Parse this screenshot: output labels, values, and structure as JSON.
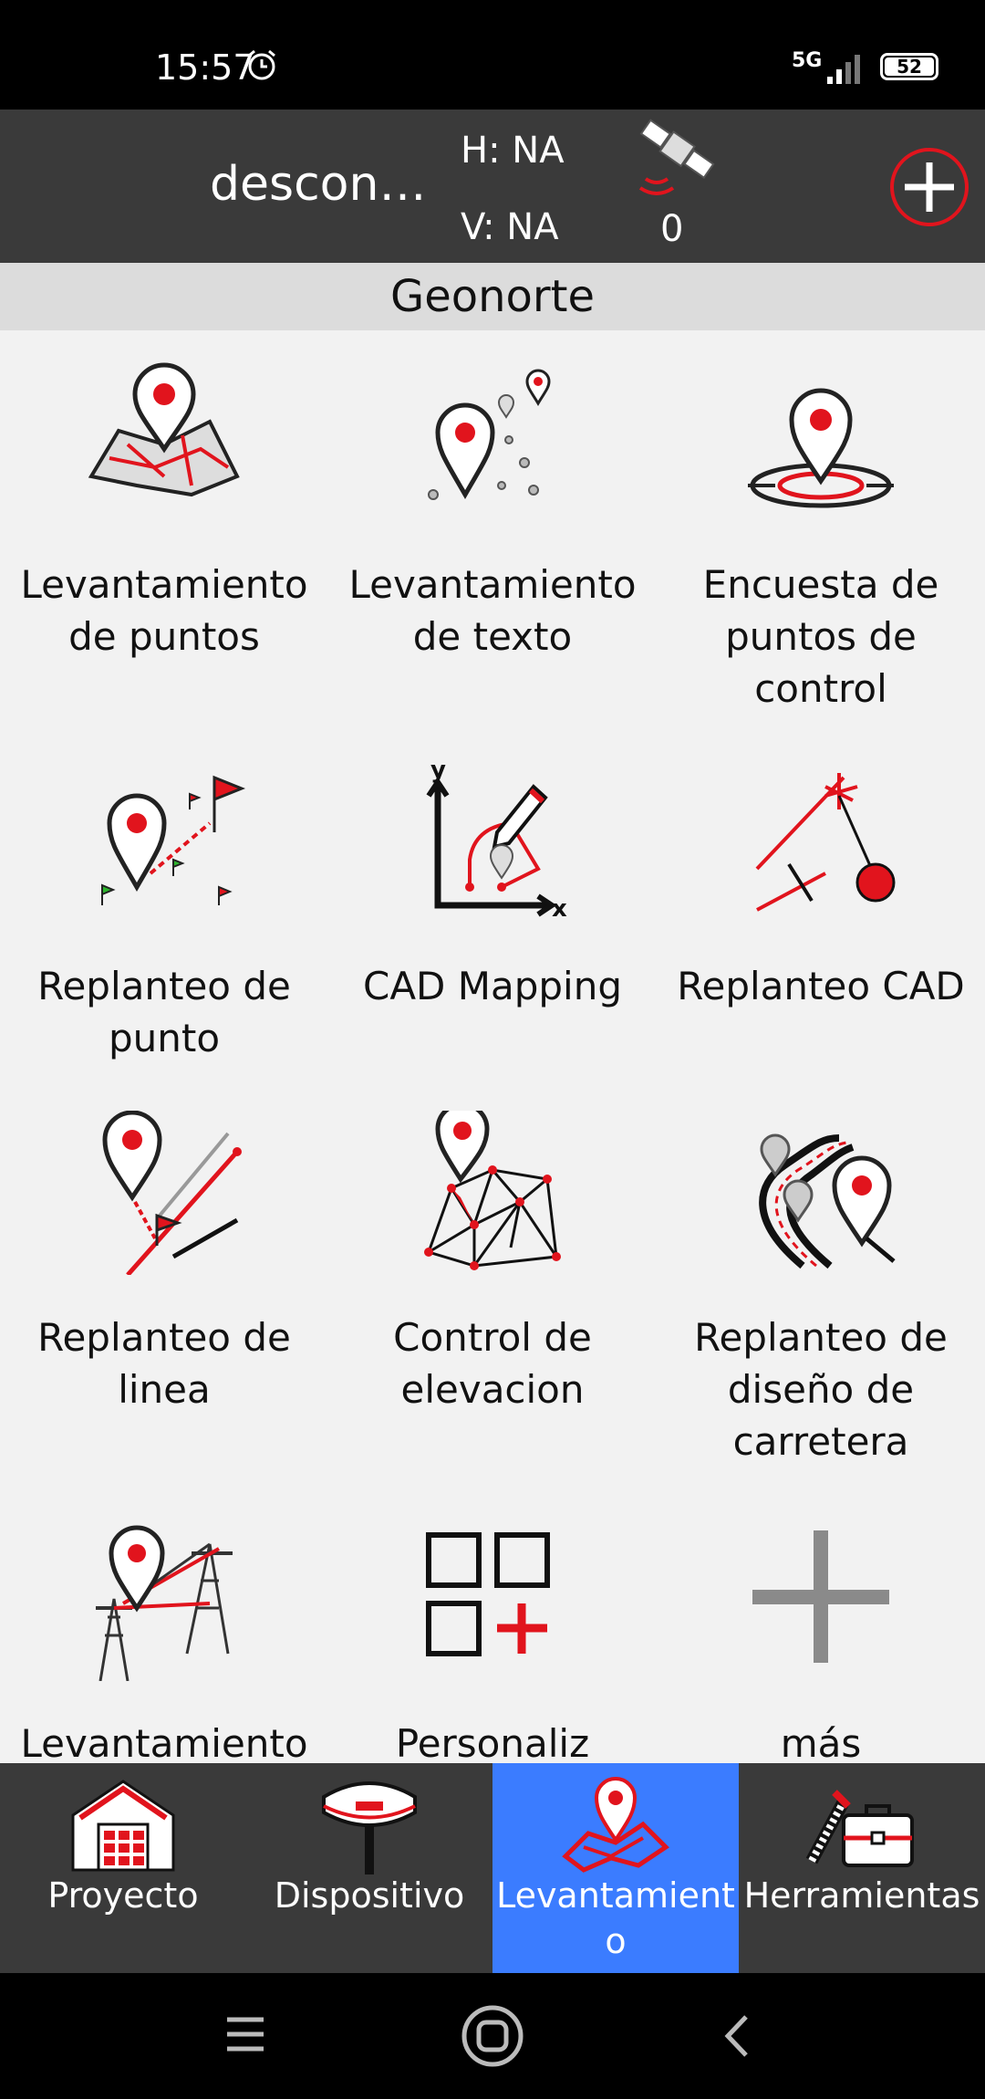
{
  "status_bar": {
    "time": "15:57",
    "network": "5G",
    "battery": "52"
  },
  "top_bar": {
    "device_name": "descon…",
    "h_accuracy": "H: NA",
    "v_accuracy": "V: NA",
    "satellites": "0"
  },
  "project": {
    "name": "Geonorte"
  },
  "tiles": [
    {
      "label": "Levantamiento de puntos",
      "icon": "point-survey-icon"
    },
    {
      "label": "Levantamiento de texto",
      "icon": "text-survey-icon"
    },
    {
      "label": "Encuesta de puntos de control",
      "icon": "control-point-icon"
    },
    {
      "label": "Replanteo de punto",
      "icon": "point-stakeout-icon"
    },
    {
      "label": "CAD Mapping",
      "icon": "cad-mapping-icon"
    },
    {
      "label": "Replanteo CAD",
      "icon": "cad-stakeout-icon"
    },
    {
      "label": "Replanteo de linea",
      "icon": "line-stakeout-icon"
    },
    {
      "label": "Control de elevacion",
      "icon": "elevation-control-icon"
    },
    {
      "label": "Replanteo de diseño de carretera",
      "icon": "road-stakeout-icon"
    },
    {
      "label": "Levantamiento",
      "icon": "powerline-survey-icon"
    },
    {
      "label": "Personaliz",
      "icon": "customize-icon"
    },
    {
      "label": "más",
      "icon": "more-icon"
    }
  ],
  "bottom_nav": [
    {
      "label": "Proyecto",
      "icon": "project-icon",
      "active": false
    },
    {
      "label": "Dispositivo",
      "icon": "device-icon",
      "active": false
    },
    {
      "label": "Levantamient o",
      "icon": "survey-icon",
      "active": true
    },
    {
      "label": "Herramientas",
      "icon": "tools-icon",
      "active": false
    }
  ],
  "colors": {
    "accent_red": "#e1141d",
    "active_tab": "#3b7cff",
    "bar_bg": "#3a3a3a"
  }
}
